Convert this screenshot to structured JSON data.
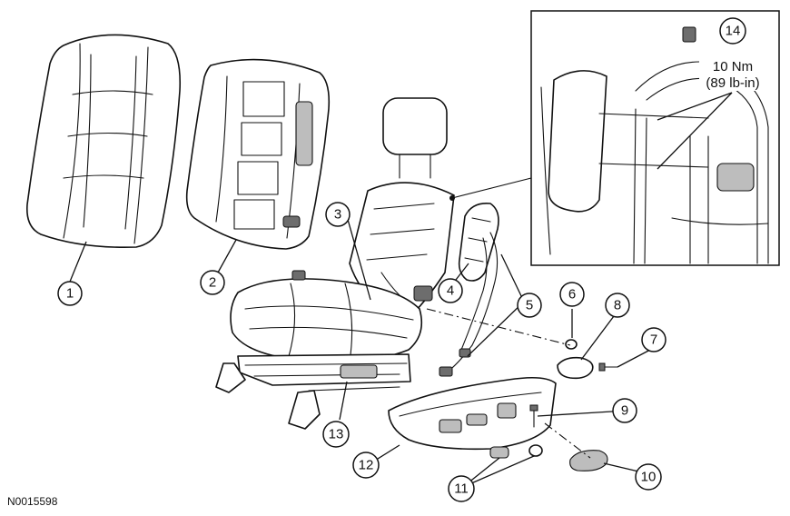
{
  "figure_id": "N0015598",
  "callouts": [
    "1",
    "2",
    "3",
    "4",
    "5",
    "6",
    "7",
    "8",
    "9",
    "10",
    "11",
    "12",
    "13",
    "14"
  ],
  "torque_spec": {
    "value": "10 Nm",
    "value_alt": "(89 lb-in)"
  }
}
